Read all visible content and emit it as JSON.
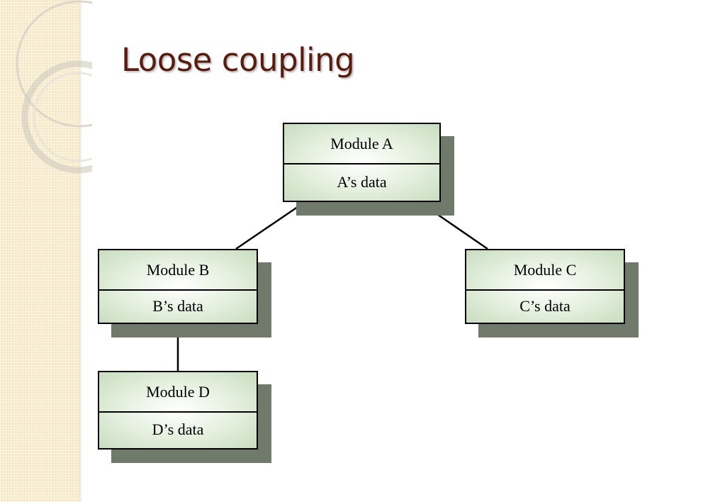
{
  "slide": {
    "title": "Loose coupling"
  },
  "modules": {
    "a": {
      "name": "Module A",
      "data": "A’s data"
    },
    "b": {
      "name": "Module B",
      "data": "B’s data"
    },
    "c": {
      "name": "Module C",
      "data": "C’s data"
    },
    "d": {
      "name": "Module D",
      "data": "D’s data"
    }
  },
  "links": [
    {
      "from": "Module A",
      "to": "Module B"
    },
    {
      "from": "Module A",
      "to": "Module C"
    },
    {
      "from": "Module B",
      "to": "Module D"
    }
  ],
  "colors": {
    "title": "#5a1c10",
    "box_fill": "#e3efdc",
    "box_shadow": "#6f7a6b",
    "border": "#000000",
    "side_panel": "#f4e8c5"
  }
}
